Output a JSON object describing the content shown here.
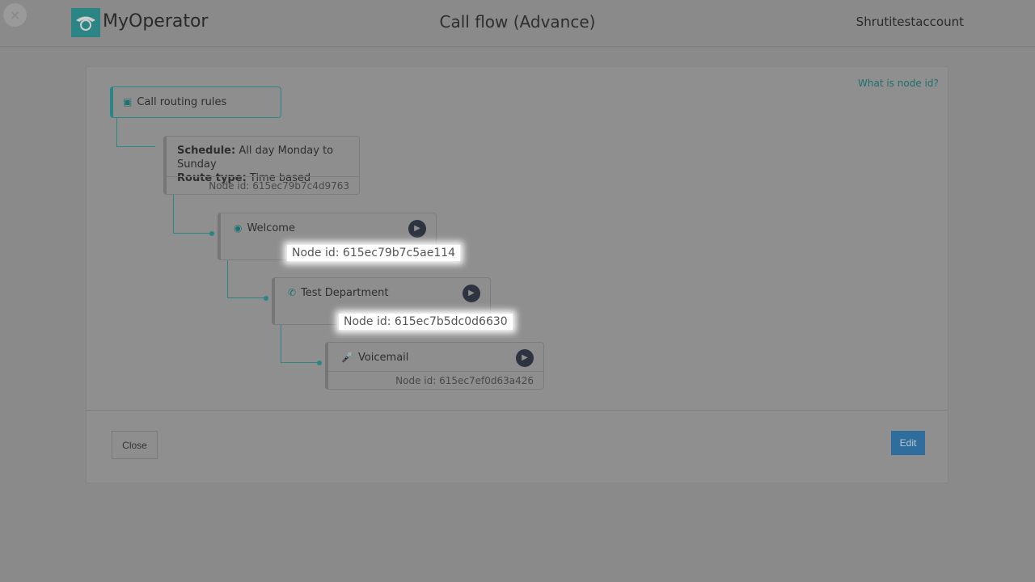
{
  "header": {
    "brand": "MyOperator",
    "title": "Call flow (Advance)",
    "account": "Shrutitestaccount",
    "close_icon": "×"
  },
  "panel": {
    "help_link": "What is node id?",
    "close_label": "Close",
    "edit_label": "Edit"
  },
  "root": {
    "label": "Call routing rules"
  },
  "schedule": {
    "schedule_key": "Schedule:",
    "schedule_value": "All day Monday to Sunday",
    "route_key": "Route type:",
    "route_value": "Time based",
    "node_id": "Node id: 615ec79b7c4d9763"
  },
  "nodes": [
    {
      "label": "Welcome",
      "node_id": "Node id: 615ec79b7c5ae114"
    },
    {
      "label": "Test Department",
      "node_id": "Node id: 615ec7b5dc0d6630"
    },
    {
      "label": "Voicemail",
      "node_id": "Node id: 615ec7ef0d63a426"
    }
  ]
}
